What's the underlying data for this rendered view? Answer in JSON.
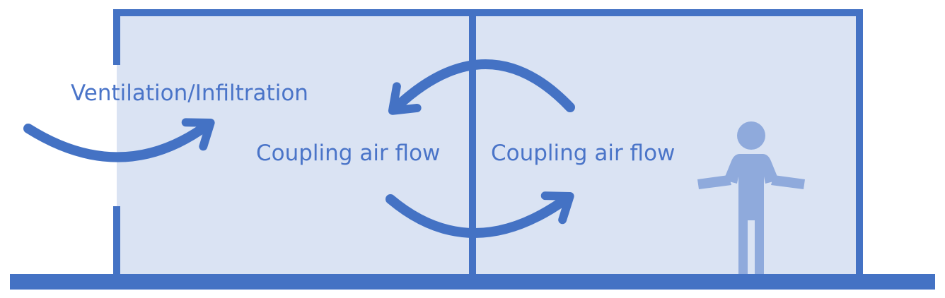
{
  "diagram": {
    "labels": {
      "ventilation": "Ventilation/Infiltration",
      "coupling_left": "Coupling air flow",
      "coupling_right": "Coupling air flow"
    },
    "colors": {
      "wall": "#4472c4",
      "room_fill": "#dae3f3",
      "arrow": "#4472c4",
      "person": "#8faadc",
      "text": "#4a74c8"
    },
    "icons": {
      "person": "person-icon"
    }
  }
}
